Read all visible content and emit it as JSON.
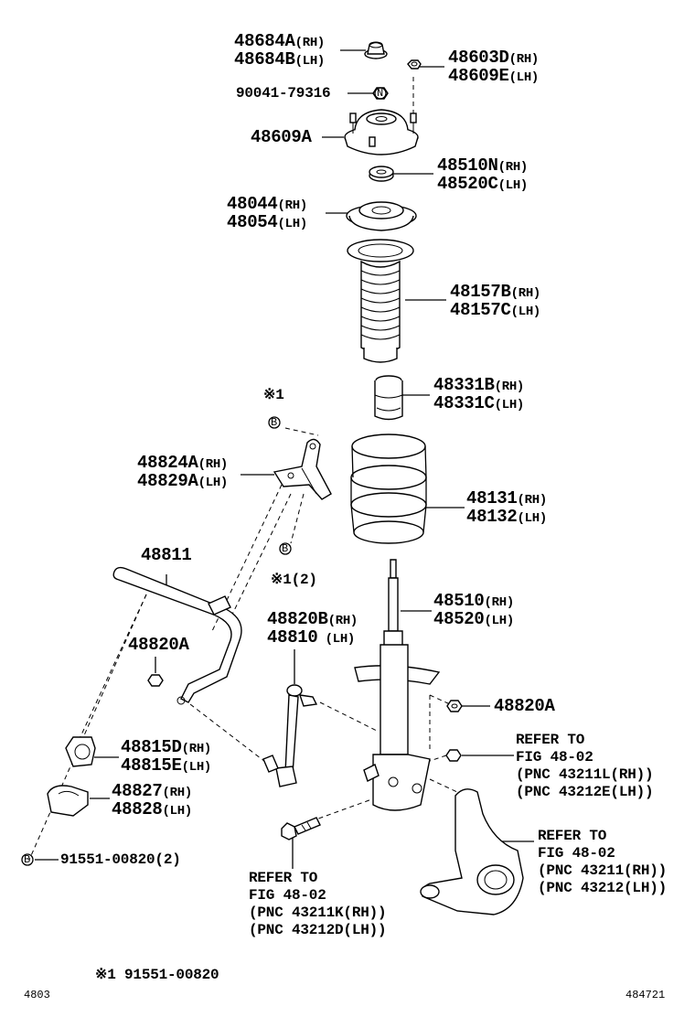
{
  "labels": {
    "l48684a": {
      "code": "48684A",
      "side": "(RH)"
    },
    "l48684b": {
      "code": "48684B",
      "side": "(LH)"
    },
    "l48603d": {
      "code": "48603D",
      "side": "(RH)"
    },
    "l48609e": {
      "code": "48609E",
      "side": "(LH)"
    },
    "l90041": {
      "code": "90041-79316",
      "side": ""
    },
    "l48609a": {
      "code": "48609A",
      "side": ""
    },
    "l48510n": {
      "code": "48510N",
      "side": "(RH)"
    },
    "l48520c": {
      "code": "48520C",
      "side": "(LH)"
    },
    "l48044": {
      "code": "48044",
      "side": "(RH)"
    },
    "l48054": {
      "code": "48054",
      "side": "(LH)"
    },
    "l48157b": {
      "code": "48157B",
      "side": "(RH)"
    },
    "l48157c": {
      "code": "48157C",
      "side": "(LH)"
    },
    "l48331b": {
      "code": "48331B",
      "side": "(RH)"
    },
    "l48331c": {
      "code": "48331C",
      "side": "(LH)"
    },
    "l48824a": {
      "code": "48824A",
      "side": "(RH)"
    },
    "l48829a": {
      "code": "48829A",
      "side": "(LH)"
    },
    "l48131": {
      "code": "48131",
      "side": "(RH)"
    },
    "l48132": {
      "code": "48132",
      "side": "(LH)"
    },
    "l48811": {
      "code": "48811",
      "side": ""
    },
    "l48510": {
      "code": "48510",
      "side": "(RH)"
    },
    "l48520": {
      "code": "48520",
      "side": "(LH)"
    },
    "l48820b": {
      "code": "48820B",
      "side": "(RH)"
    },
    "l48810": {
      "code": "48810",
      "side": " (LH)"
    },
    "l48820a_left": {
      "code": "48820A",
      "side": ""
    },
    "l48820a_right": {
      "code": "48820A",
      "side": ""
    },
    "l48815d": {
      "code": "48815D",
      "side": "(RH)"
    },
    "l48815e": {
      "code": "48815E",
      "side": "(LH)"
    },
    "l48827": {
      "code": "48827",
      "side": "(RH)"
    },
    "l48828": {
      "code": "48828",
      "side": "(LH)"
    },
    "l91551": {
      "code": "91551-00820",
      "side": "(2)"
    }
  },
  "marks": {
    "note_mark_top": "※1",
    "note_mark_mid": "※1(2)",
    "ref_b": "B",
    "ref_n": "N"
  },
  "refers": {
    "r1": {
      "line1": "REFER TO",
      "line2": "FIG 48-02",
      "line3": "(PNC 43211L(RH))",
      "line4": "(PNC 43212E(LH))"
    },
    "r2": {
      "line1": "REFER TO",
      "line2": "FIG 48-02",
      "line3": "(PNC 43211(RH))",
      "line4": "(PNC 43212(LH))"
    },
    "r3": {
      "line1": "REFER TO",
      "line2": "FIG 48-02",
      "line3": "(PNC 43211K(RH))",
      "line4": "(PNC 43212D(LH))"
    }
  },
  "footnote": "※1  91551-00820",
  "corner_left": "4803",
  "corner_right": "484721"
}
